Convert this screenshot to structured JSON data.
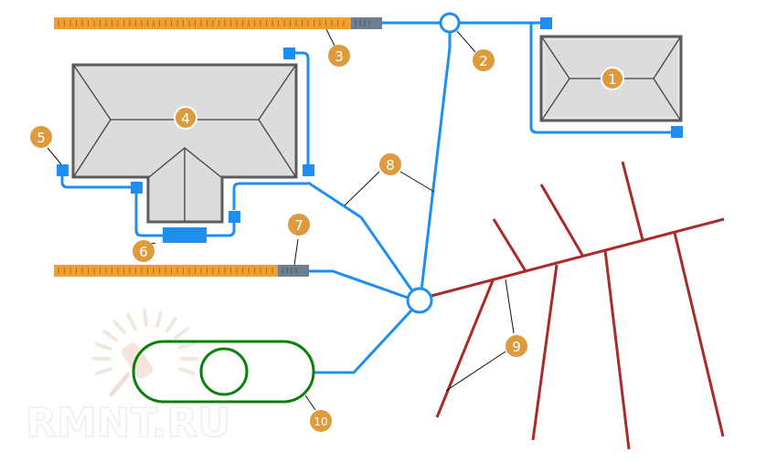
{
  "diagram": {
    "title": "Site drainage scheme",
    "colors": {
      "pipe": "#1e8ff0",
      "drain_field": "#a82a2a",
      "roof_fill": "#dcdcdc",
      "roof_stroke": "#5c5c5c",
      "gutter_channel": "#f0a030",
      "grate": "#6e7f8f",
      "badge": "#dd9a3f",
      "septic": "#0a7f0a",
      "leader": "#111111",
      "watermark": "#ececec"
    },
    "labels": [
      {
        "id": "1",
        "target": "garage-roof"
      },
      {
        "id": "2",
        "target": "upper-inspection-well"
      },
      {
        "id": "3",
        "target": "top-drainage-channel"
      },
      {
        "id": "4",
        "target": "house-roof"
      },
      {
        "id": "5",
        "target": "downspout-inlet"
      },
      {
        "id": "6",
        "target": "sand-trap"
      },
      {
        "id": "7",
        "target": "bottom-channel-grate"
      },
      {
        "id": "8",
        "target": "drain-pipes"
      },
      {
        "id": "9",
        "target": "drainage-field"
      },
      {
        "id": "10",
        "target": "septic-tank"
      }
    ],
    "watermark": "RMNT.RU"
  }
}
